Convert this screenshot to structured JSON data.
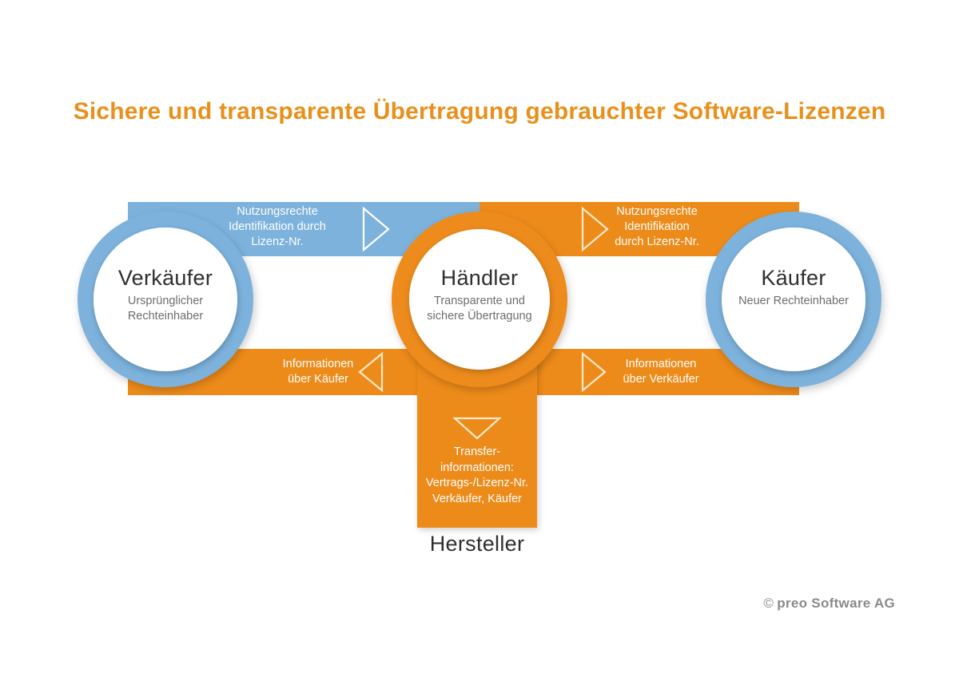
{
  "title": "Sichere und transparente Übertragung gebrauchter Software-Lizenzen",
  "colors": {
    "orange": "#ED8B1A",
    "orange_title": "#E8901B",
    "blue": "#7CB2DC",
    "white": "#FFFFFF",
    "text_dark": "#2F2F2F",
    "text_grey": "#6D6D6D",
    "footer_grey": "#8A8A8A"
  },
  "nodes": {
    "seller": {
      "title": "Verkäufer",
      "subtitle_line1": "Ursprünglicher",
      "subtitle_line2": "Rechteinhaber",
      "ring_color": "#7CB2DC"
    },
    "dealer": {
      "title": "Händler",
      "subtitle_line1": "Transparente und",
      "subtitle_line2": "sichere Übertragung",
      "ring_color": "#ED8B1A"
    },
    "buyer": {
      "title": "Käufer",
      "subtitle_line1": "Neuer Rechteinhaber",
      "subtitle_line2": "",
      "ring_color": "#7CB2DC"
    },
    "manufacturer": {
      "title": "Hersteller"
    }
  },
  "flows": {
    "seller_to_dealer": {
      "line1": "Nutzungsrechte",
      "line2": "Identifikation durch",
      "line3": "Lizenz-Nr.",
      "direction": "right",
      "band_color": "#7CB2DC"
    },
    "dealer_to_buyer": {
      "line1": "Nutzungsrechte",
      "line2": "Identifikation",
      "line3": "durch Lizenz-Nr.",
      "direction": "right",
      "band_color": "#ED8B1A"
    },
    "dealer_to_seller": {
      "line1": "Informationen",
      "line2": "über Käufer",
      "line3": "",
      "direction": "left",
      "band_color": "#ED8B1A"
    },
    "buyer_to_dealer": {
      "line1": "Informationen",
      "line2": "über Verkäufer",
      "line3": "",
      "direction": "right",
      "band_color": "#ED8B1A"
    },
    "dealer_to_manufacturer": {
      "line1": "Transfer-",
      "line2": "informationen:",
      "line3": "Vertrags-/Lizenz-Nr.",
      "line4": "Verkäufer, Käufer",
      "direction": "down",
      "band_color": "#ED8B1A"
    }
  },
  "footer": {
    "copyright_symbol": "©",
    "text": "preo Software AG"
  }
}
